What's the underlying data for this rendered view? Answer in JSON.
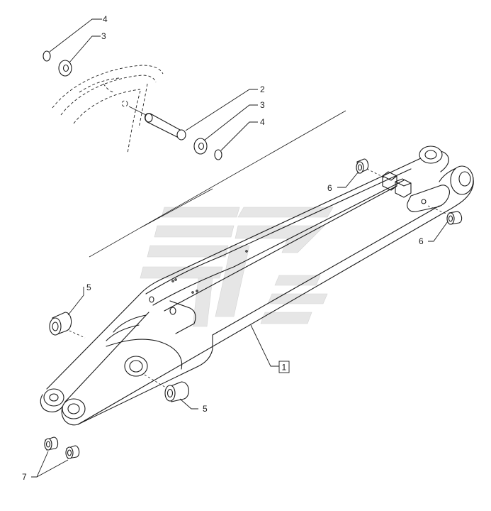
{
  "callouts": [
    {
      "id": "c4a",
      "text": "4"
    },
    {
      "id": "c3a",
      "text": "3"
    },
    {
      "id": "c2",
      "text": "2"
    },
    {
      "id": "c3b",
      "text": "3"
    },
    {
      "id": "c4b",
      "text": "4"
    },
    {
      "id": "c6a",
      "text": "6"
    },
    {
      "id": "c6b",
      "text": "6"
    },
    {
      "id": "c5a",
      "text": "5"
    },
    {
      "id": "c1",
      "text": "1"
    },
    {
      "id": "c5b",
      "text": "5"
    },
    {
      "id": "c7",
      "text": "7"
    }
  ]
}
